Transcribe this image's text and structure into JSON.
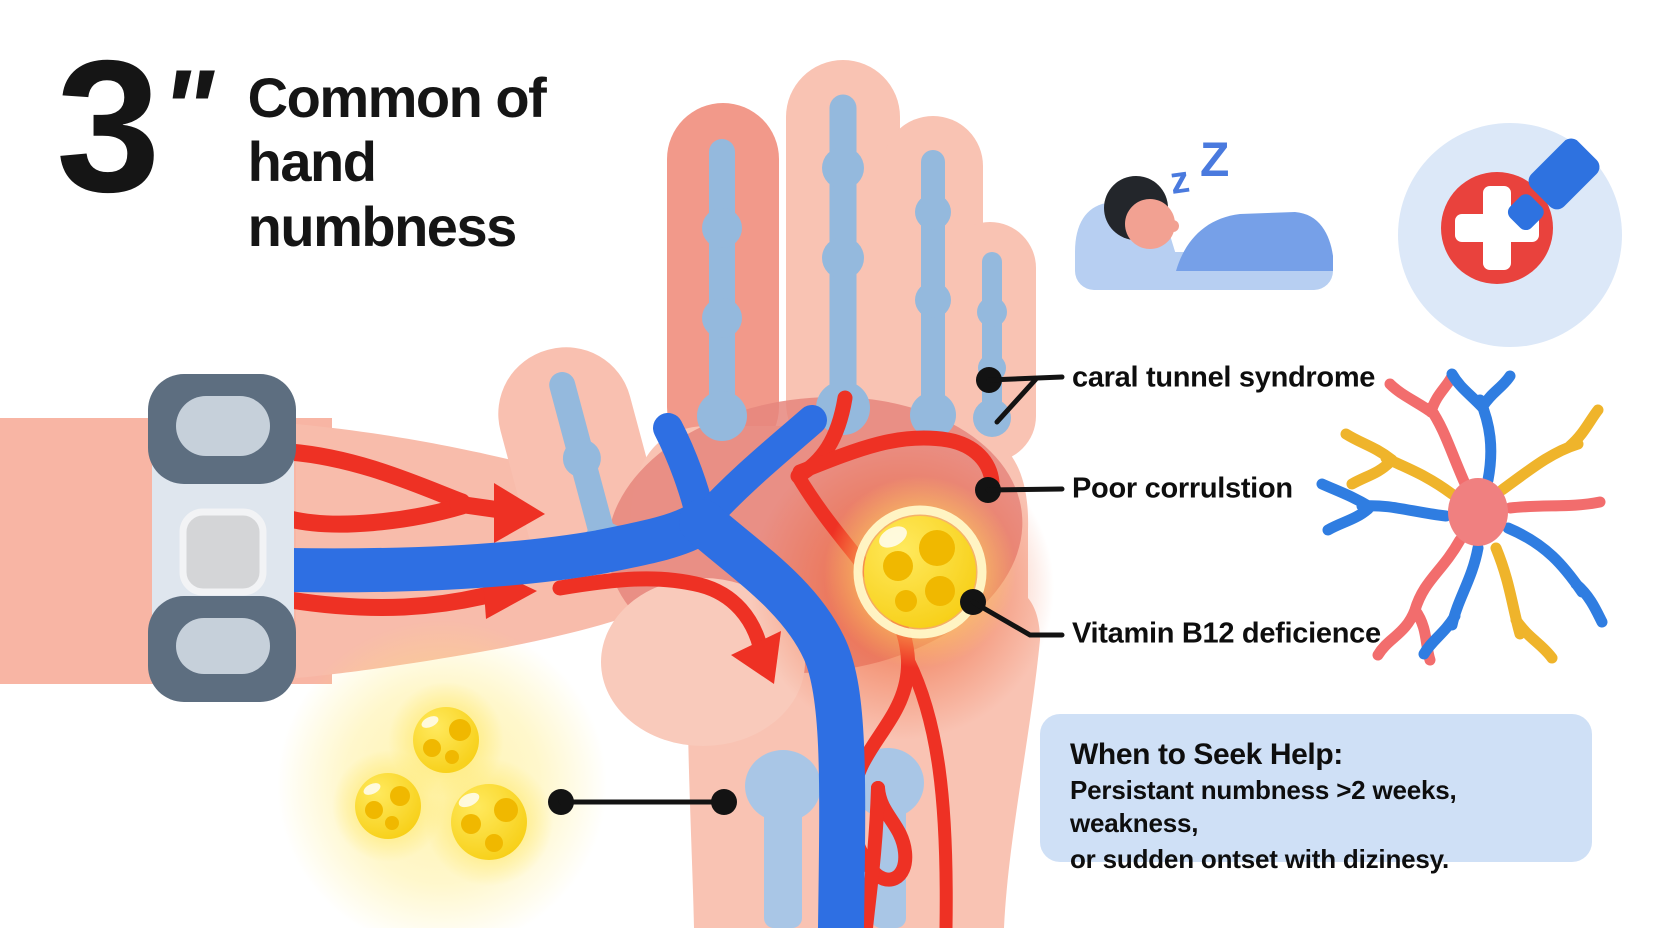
{
  "title": {
    "number": "3",
    "mark": "\"",
    "lines": [
      "Common of",
      "hand",
      "numbness"
    ]
  },
  "callouts": [
    {
      "label": "caral tunnel syndrome"
    },
    {
      "label": "Poor corrulstion"
    },
    {
      "label": "Vitamin B12 deficience"
    }
  ],
  "help_box": {
    "title": "When to Seek Help:",
    "lines": [
      "Persistant numbness >2 weeks, weakness,",
      "or sudden ontset with dizinesy."
    ]
  },
  "icons": {
    "sleep_z": [
      "z",
      "Z"
    ],
    "names": [
      "sleeping-person-icon",
      "medical-cross-icon",
      "nerve-branches-icon"
    ]
  },
  "colors": {
    "skin": "#f8b5a4",
    "skin_light": "#f9c3b3",
    "finger_dark": "#f2998a",
    "bone_blue": "#94b9dd",
    "artery_red": "#ee3124",
    "vein_blue": "#2e6fe3",
    "cell_yellow": "#f6cb06",
    "band_dark": "#5d6e80",
    "box_blue": "#cfe0f6",
    "icon_red": "#e9423d",
    "icon_blue": "#2e72e0"
  }
}
